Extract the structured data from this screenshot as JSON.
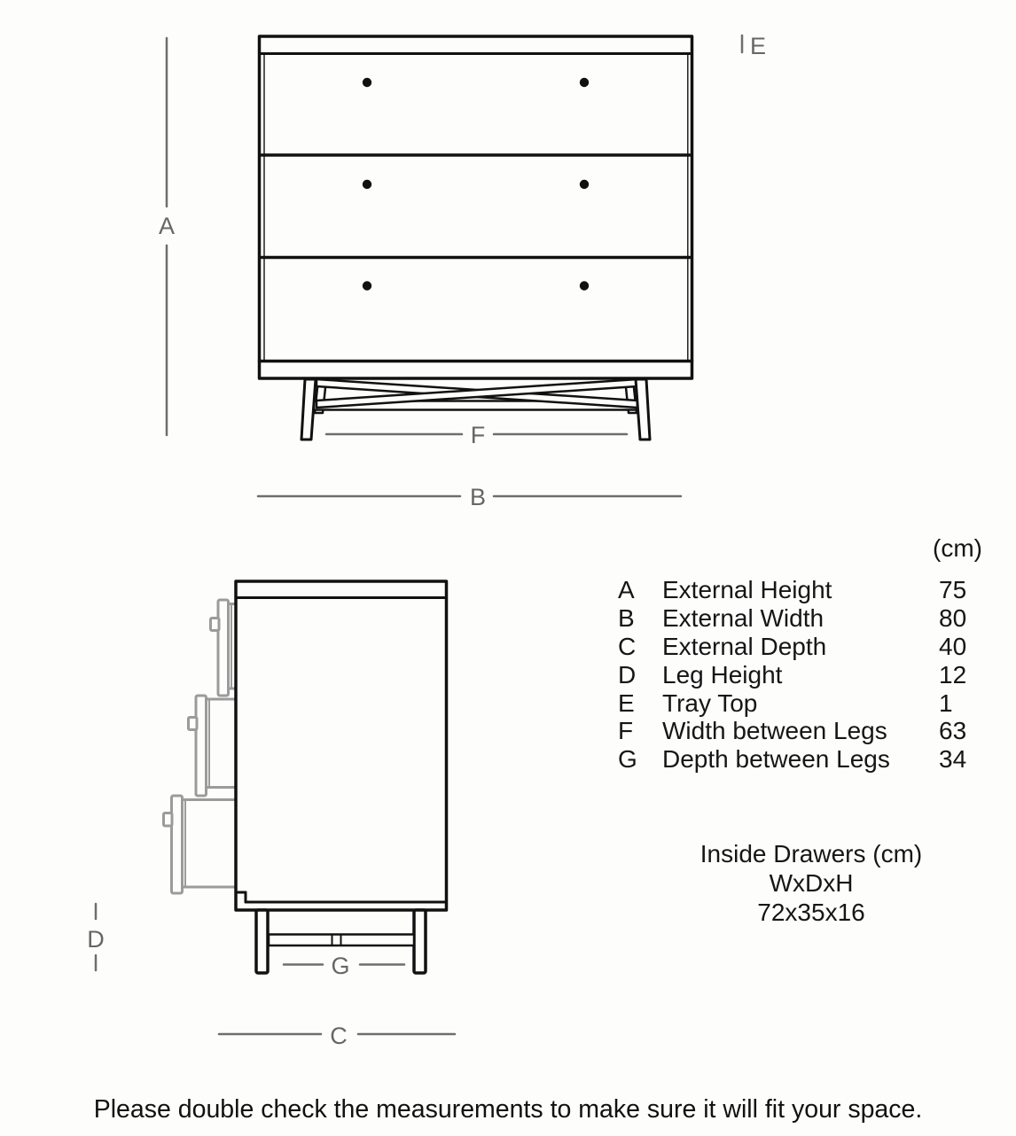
{
  "dimension_labels": {
    "A": "A",
    "B": "B",
    "C": "C",
    "D": "D",
    "E": "E",
    "F": "F",
    "G": "G"
  },
  "table": {
    "unit_header": "(cm)",
    "rows": [
      {
        "letter": "A",
        "label": "External Height",
        "value": "75"
      },
      {
        "letter": "B",
        "label": "External Width",
        "value": "80"
      },
      {
        "letter": "C",
        "label": "External Depth",
        "value": "40"
      },
      {
        "letter": "D",
        "label": "Leg Height",
        "value": "12"
      },
      {
        "letter": "E",
        "label": "Tray Top",
        "value": "1"
      },
      {
        "letter": "F",
        "label": "Width between Legs",
        "value": "63"
      },
      {
        "letter": "G",
        "label": "Depth between Legs",
        "value": "34"
      }
    ]
  },
  "inside_drawers": {
    "title": "Inside Drawers (cm)",
    "dims_label": "WxDxH",
    "dims_value": "72x35x16"
  },
  "footer_note": "Please double check the measurements to make sure it will fit your space.",
  "colors": {
    "outline_black": "#111111",
    "dimension_gray": "#6e6e6e",
    "pulled_drawer_gray": "#9b9b9b",
    "background": "#fdfdfc"
  }
}
